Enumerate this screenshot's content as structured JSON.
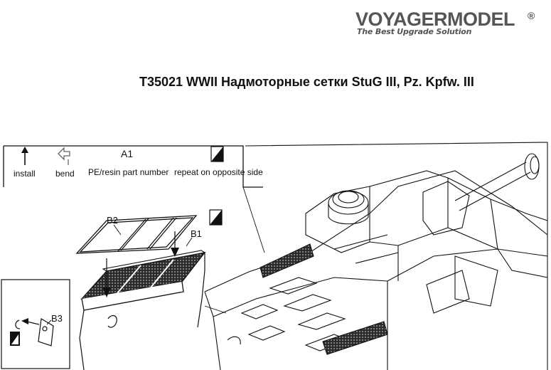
{
  "header": {
    "brand": "VOYAGERMODEL",
    "registered": "®",
    "tagline": "The Best Upgrade Solution"
  },
  "title": "T35021 WWII Надмоторные сетки StuG III, Pz. Kpfw. III",
  "legend": {
    "install_label": "install",
    "bend_label": "bend",
    "part_number_code": "A1",
    "part_number_label": "PE/resin part number",
    "repeat_label": "repeat on opposite side"
  },
  "parts": {
    "b1": "B1",
    "b2": "B2",
    "b3": "B3"
  }
}
